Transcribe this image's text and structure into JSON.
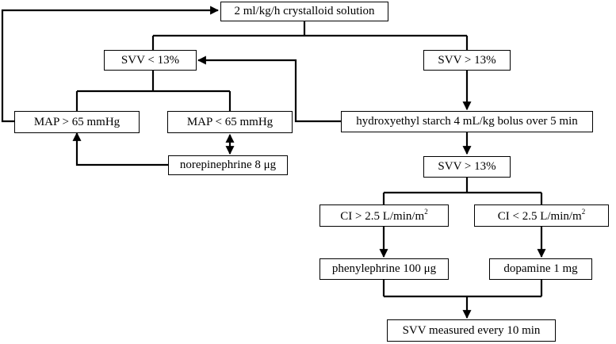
{
  "nodes": {
    "crystalloid": "2 ml/kg/h crystalloid solution",
    "svv_low": "SVV < 13%",
    "svv_high_1": "SVV > 13%",
    "map_high": "MAP  > 65 mmHg",
    "map_low": "MAP  < 65 mmHg",
    "hes_bolus": "hydroxyethyl starch 4 mL/kg bolus over 5 min",
    "norepinephrine": "norepinephrine 8 μg",
    "svv_high_2": "SVV > 13%",
    "ci_high": "CI  > 2.5 L/min/m",
    "ci_low": "CI  < 2.5 L/min/m",
    "ci_unit_exp": "2",
    "phenylephrine": "phenylephrine 100 μg",
    "dopamine": "dopamine 1 mg",
    "svv_measured": "SVV measured every 10 min"
  },
  "colors": {
    "stroke": "#000000",
    "background": "#ffffff"
  }
}
